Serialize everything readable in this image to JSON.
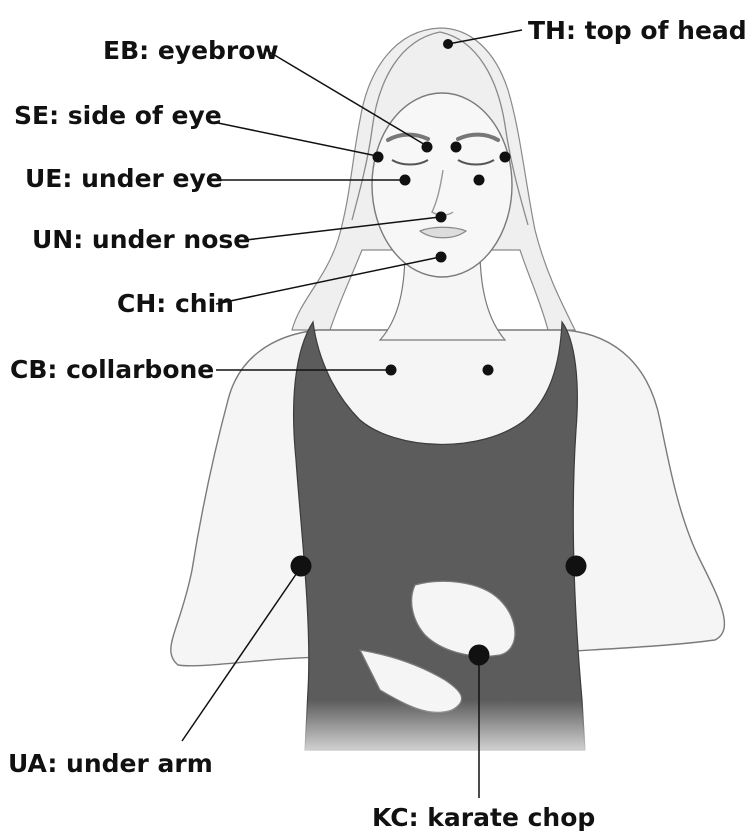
{
  "colors": {
    "ink": "#111111",
    "tank_top": "#5c5c5c",
    "skin": "#f4f4f4",
    "hair": "#ececec",
    "outline": "#7a7a7a"
  },
  "figure": {
    "icon": "woman-portrait-illustration"
  },
  "points": [
    {
      "id": "th",
      "label": "TH: top of head"
    },
    {
      "id": "eb",
      "label": "EB: eyebrow"
    },
    {
      "id": "se",
      "label": "SE: side of eye"
    },
    {
      "id": "ue",
      "label": "UE: under eye"
    },
    {
      "id": "un",
      "label": "UN: under nose"
    },
    {
      "id": "ch",
      "label": "CH: chin"
    },
    {
      "id": "cb",
      "label": "CB: collarbone"
    },
    {
      "id": "ua",
      "label": "UA: under arm"
    },
    {
      "id": "kc",
      "label": "KC: karate chop"
    }
  ]
}
